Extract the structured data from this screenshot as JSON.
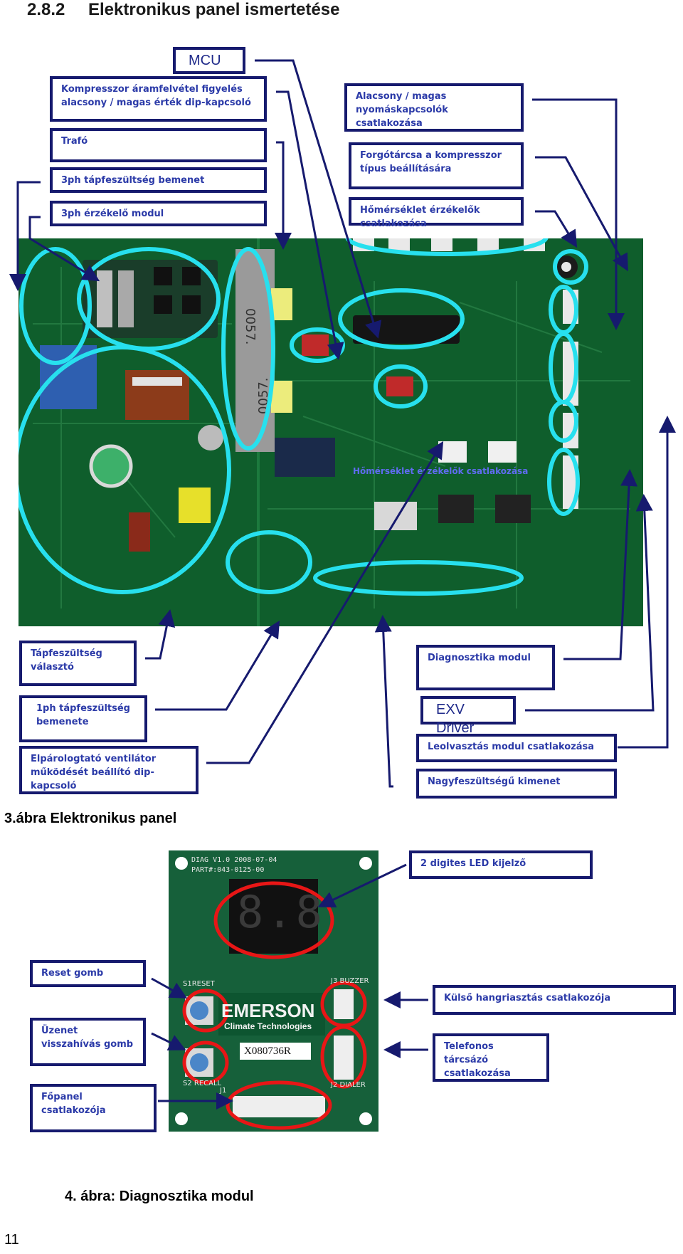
{
  "section": {
    "number": "2.8.2",
    "title": "Elektronikus panel ismertetése"
  },
  "figure3": {
    "caption": "3.ábra Elektronikus panel",
    "labels": {
      "mcu": "MCU",
      "kompresszor": "Kompresszor áramfelvétel figyelés alacsony / magas érték dip-kapcsoló",
      "trafo": "Trafó",
      "tap3ph": "3ph tápfeszültség bemenet",
      "erzekelo3ph": "3ph érzékelő modul",
      "nyomas": "Alacsony / magas nyomáskapcsolók csatlakozása",
      "forgotarcsa": "Forgótárcsa a kompresszor típus beállítására",
      "homerseklet": "Hőmérséklet érzékelők csatlakozása",
      "tapvalaszto": "Tápfeszültség választó",
      "tap1ph": "1ph tápfeszültség bemenete",
      "elparologtato": "Elpárologtató ventilátor működését beállító dip-kapcsoló",
      "diagnosztika": "Diagnosztika modul",
      "exv": "EXV Driver",
      "leolvasztas": "Leolvasztás modul csatlakozása",
      "nagyfesz": "Nagyfeszültségű kimenet"
    },
    "overlay_text": "Hőmérséklet érzékelők csatlakozása"
  },
  "figure4": {
    "caption": "4. ábra: Diagnosztika modul",
    "labels": {
      "led": "2 digites LED kijelző",
      "reset": "Reset gomb",
      "uzenet": "Üzenet visszahívás gomb",
      "fopanel": "Főpanel csatlakozója",
      "kulso": "Külső hangriasztás csatlakozója",
      "telefonos": "Telefonos tárcsázó csatlakozása"
    },
    "board_text": {
      "header": "DIAG V1.0 2008-07-04",
      "part": "PART#:043-0125-00",
      "brand": "EMERSON",
      "brand_sub": "Climate Technologies",
      "serial": "X080736R",
      "s1": "S1RESET",
      "s2": "S2 RECALL",
      "j3": "J3 BUZZER",
      "j2": "J2 DIALER",
      "j1": "J1",
      "display": "8.8"
    }
  },
  "page_number": "11",
  "colors": {
    "box_border": "#161a6e",
    "box_text": "#2b3aa8",
    "cyan": "#27e0ee",
    "red": "#e81616",
    "pcb": "#0f5e2c",
    "arrow": "#161a6e"
  }
}
